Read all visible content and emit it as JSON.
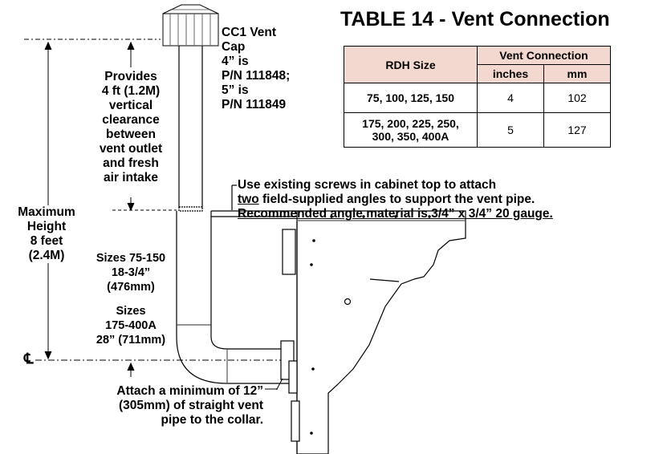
{
  "table": {
    "title": "TABLE 14 - Vent Connection",
    "header_size": "RDH Size",
    "header_group": "Vent Connection",
    "header_in": "inches",
    "header_mm": "mm",
    "rows": [
      {
        "size_line1": "75, 100, 125, 150",
        "size_line2": "",
        "inches": "4",
        "mm": "102"
      },
      {
        "size_line1": "175, 200, 225, 250,",
        "size_line2": "300, 350, 400A",
        "inches": "5",
        "mm": "127"
      }
    ],
    "header_fill": "#f3d8cf"
  },
  "labels": {
    "cap": [
      "CC1 Vent",
      "Cap",
      "4” is",
      "P/N 111848;",
      "5” is",
      "P/N 111849"
    ],
    "clearance": [
      "Provides",
      "4 ft (1.2M)",
      "vertical",
      "clearance",
      "between",
      "vent outlet",
      "and fresh",
      "air intake"
    ],
    "max_height": [
      "Maximum",
      "Height",
      "8 feet",
      "(2.4M)"
    ],
    "sizes_small": [
      "Sizes 75-150",
      "18-3/4”",
      "(476mm)"
    ],
    "sizes_large": [
      "Sizes",
      "175-400A",
      "28” (711mm)"
    ],
    "centerline": "℄",
    "screws_line1": "Use existing screws in cabinet top to attach",
    "screws_line2_underlined": "two",
    "screws_line2_rest": " field-supplied angles to support the vent pipe.",
    "screws_line3": "Recommended angle material is 3/4” x 3/4” 20 gauge.",
    "attach": [
      "Attach a minimum of 12”",
      "(305mm) of straight vent",
      "pipe to the collar."
    ]
  }
}
